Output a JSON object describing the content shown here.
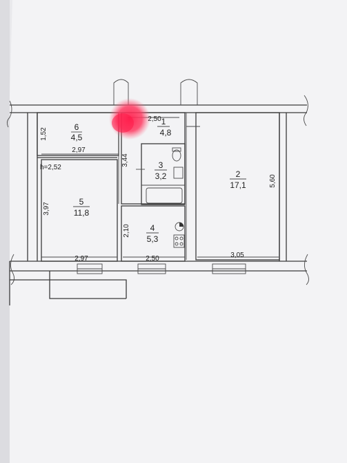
{
  "plan": {
    "rooms": [
      {
        "id": "1",
        "area": "4,8"
      },
      {
        "id": "2",
        "area": "17,1"
      },
      {
        "id": "3",
        "area": "3,2"
      },
      {
        "id": "4",
        "area": "5,3"
      },
      {
        "id": "5",
        "area": "11,8"
      },
      {
        "id": "6",
        "area": "4,5"
      }
    ],
    "dimensions": {
      "d_1_52": "1,52",
      "d_2_97_top": "2,97",
      "d_3_44": "3,44",
      "d_2_50_top": "2,50",
      "d_5_60": "5,60",
      "d_3_97": "3,97",
      "d_2_10": "2,10",
      "d_2_97_bottom": "2,97",
      "d_2_50_bottom": "2,50",
      "d_3_05": "3,05"
    },
    "ceiling_height": "h=2,52",
    "colors": {
      "paper": "#f3f3f5",
      "lines": "#3a3a3a",
      "stamp": "#ff2b57"
    }
  }
}
